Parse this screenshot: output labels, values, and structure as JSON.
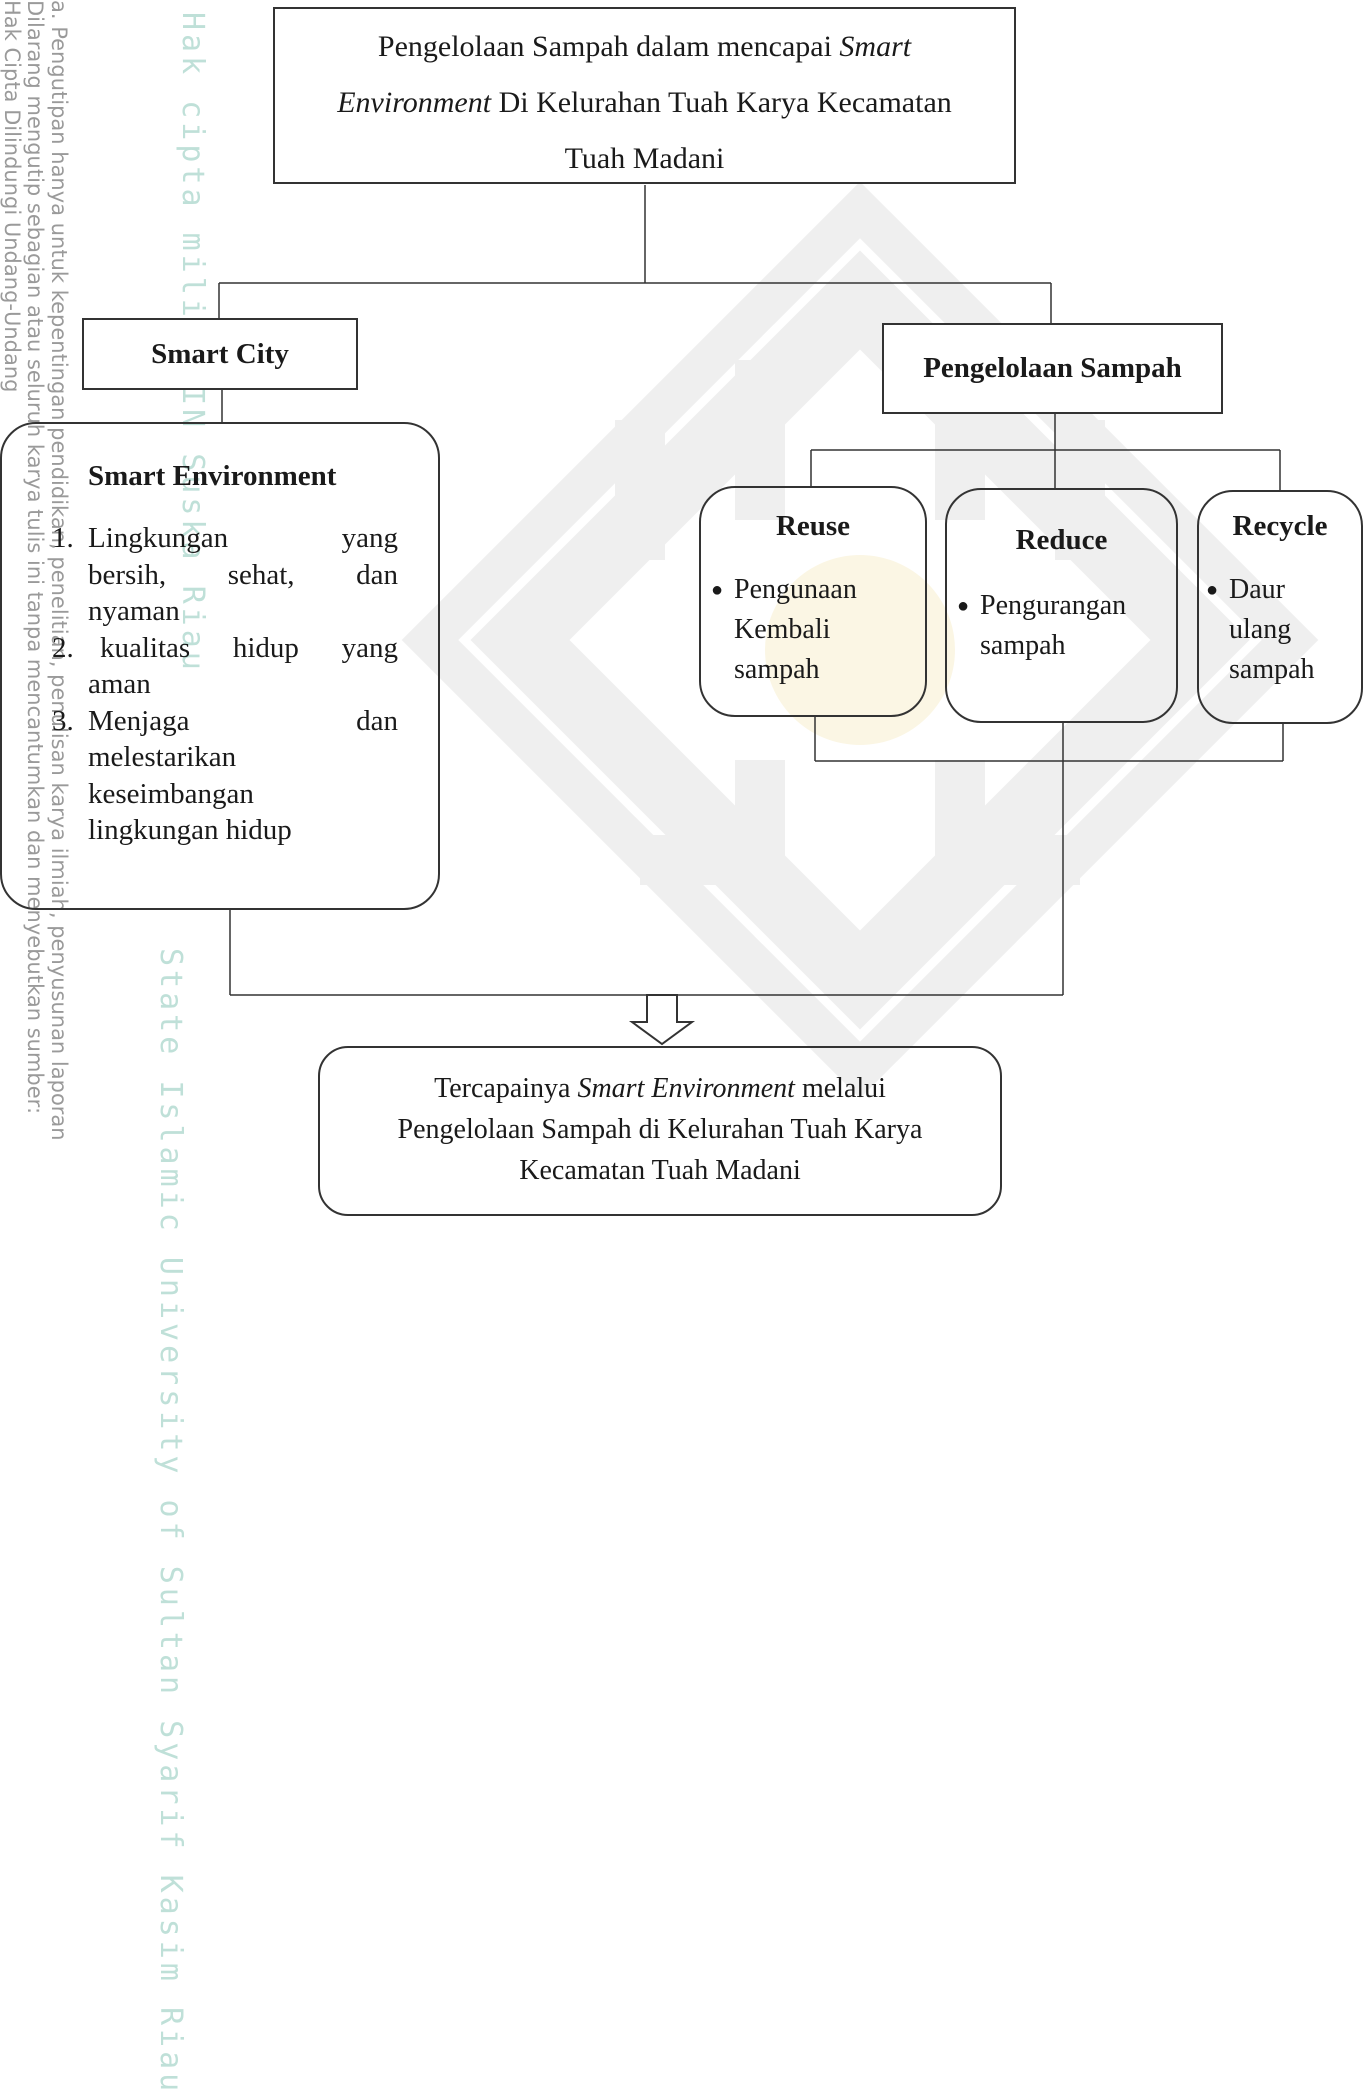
{
  "watermark": {
    "line1": "Hak Cipta Dilindungi Undang-Undang",
    "line2": "Dilarang mengutip sebagian atau seluruh karya tulis ini tanpa mencantumkan dan menyebutkan sumber:",
    "line3": "a. Pengutipan hanya untuk kepentingan pendidikan, penelitian, penulisan karya ilmiah, penyusunan laporan",
    "big1": "Hak cipta milik UIN Suska Riau",
    "big2": "State Islamic University of Sultan Syarif Kasim Riau"
  },
  "diagram": {
    "top": {
      "line1_plain": "Pengelolaan Sampah dalam mencapai ",
      "line1_italic": "Smart",
      "line2_italic": "Environment",
      "line2_plain": " Di Kelurahan Tuah Karya Kecamatan",
      "line3": "Tuah Madani"
    },
    "smart_city": "Smart City",
    "pengelolaan": "Pengelolaan Sampah",
    "smart_env": {
      "title": "Smart Environment",
      "items": [
        {
          "num": "1.",
          "lines": [
            "Lingkungan yang",
            "bersih, sehat, dan",
            "nyaman"
          ]
        },
        {
          "num": "2.",
          "lines": [
            "kualitas hidup yang",
            "aman"
          ]
        },
        {
          "num": "3.",
          "lines": [
            "Menjaga dan",
            "melestarikan",
            "keseimbangan",
            "lingkungan hidup"
          ]
        }
      ]
    },
    "reuse": {
      "title": "Reuse",
      "bullet": [
        "Pengunaan",
        "Kembali",
        "sampah"
      ]
    },
    "reduce": {
      "title": "Reduce",
      "bullet": [
        "Pengurangan",
        "sampah"
      ]
    },
    "recycle": {
      "title": "Recycle",
      "bullet": [
        "Daur",
        "ulang",
        "sampah"
      ]
    },
    "result": {
      "line1_plain": "Tercapainya ",
      "line1_italic": "Smart Environment",
      "line1_end": " melalui",
      "line2": "Pengelolaan Sampah di Kelurahan Tuah Karya",
      "line3": "Kecamatan Tuah Madani"
    }
  },
  "colors": {
    "watermark_green": "#bfe0d8",
    "watermark_logo": "#eeeeee",
    "line": "#333333"
  }
}
